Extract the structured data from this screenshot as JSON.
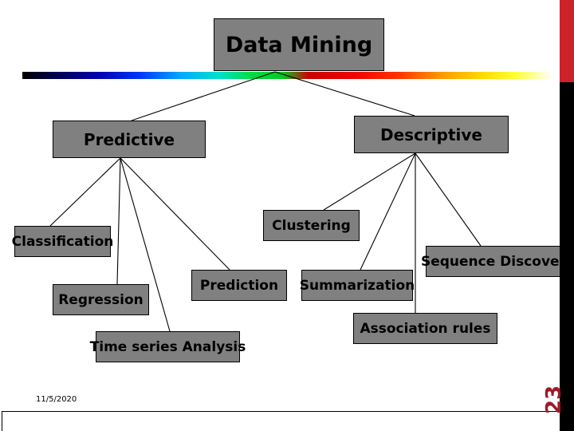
{
  "slide": {
    "title": "Data Mining",
    "date": "11/5/2020",
    "page_number": "23",
    "colors": {
      "node_fill": "#808080",
      "node_border": "#000000",
      "edge_bar_red": "#cc2229",
      "edge_bar_black": "#000000",
      "page_number_color": "#9e1b27",
      "background": "#ffffff"
    }
  },
  "tree": {
    "root": {
      "label": "Data Mining"
    },
    "branches": [
      {
        "label": "Predictive"
      },
      {
        "label": "Descriptive"
      }
    ],
    "predictive_children": [
      {
        "label": "Classification"
      },
      {
        "label": "Regression"
      },
      {
        "label": "Time series Analysis"
      },
      {
        "label": "Prediction"
      }
    ],
    "descriptive_children": [
      {
        "label": "Clustering"
      },
      {
        "label": "Summarization"
      },
      {
        "label": "Sequence Discovery"
      },
      {
        "label": "Association rules"
      }
    ]
  }
}
